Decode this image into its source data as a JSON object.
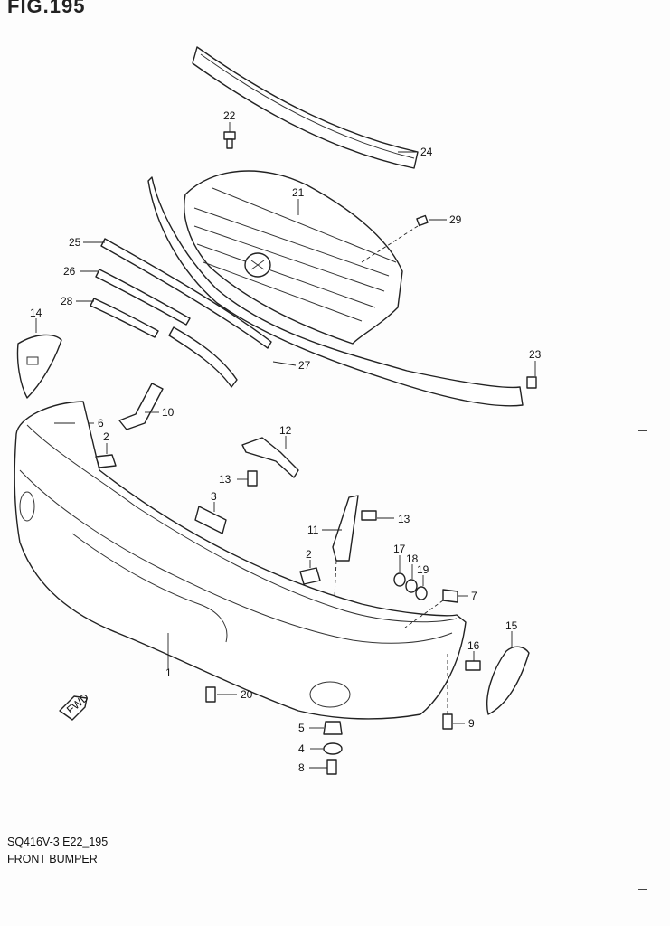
{
  "header": {
    "fig_label": "FIG.195"
  },
  "caption": {
    "code": "SQ416V-3 E22_195",
    "title": "FRONT BUMPER"
  },
  "fwd_label": "FWD",
  "callouts": [
    {
      "id": "c1",
      "label": "1"
    },
    {
      "id": "c2a",
      "label": "2"
    },
    {
      "id": "c2b",
      "label": "2"
    },
    {
      "id": "c3",
      "label": "3"
    },
    {
      "id": "c4",
      "label": "4"
    },
    {
      "id": "c5",
      "label": "5"
    },
    {
      "id": "c6",
      "label": "6"
    },
    {
      "id": "c7",
      "label": "7"
    },
    {
      "id": "c8",
      "label": "8"
    },
    {
      "id": "c9",
      "label": "9"
    },
    {
      "id": "c10",
      "label": "10"
    },
    {
      "id": "c11",
      "label": "11"
    },
    {
      "id": "c12",
      "label": "12"
    },
    {
      "id": "c13a",
      "label": "13"
    },
    {
      "id": "c13b",
      "label": "13"
    },
    {
      "id": "c14",
      "label": "14"
    },
    {
      "id": "c15",
      "label": "15"
    },
    {
      "id": "c16",
      "label": "16"
    },
    {
      "id": "c17",
      "label": "17"
    },
    {
      "id": "c18",
      "label": "18"
    },
    {
      "id": "c19",
      "label": "19"
    },
    {
      "id": "c20",
      "label": "20"
    },
    {
      "id": "c21",
      "label": "21"
    },
    {
      "id": "c22",
      "label": "22"
    },
    {
      "id": "c23",
      "label": "23"
    },
    {
      "id": "c24",
      "label": "24"
    },
    {
      "id": "c25",
      "label": "25"
    },
    {
      "id": "c26",
      "label": "26"
    },
    {
      "id": "c27",
      "label": "27"
    },
    {
      "id": "c28",
      "label": "28"
    },
    {
      "id": "c29",
      "label": "29"
    }
  ]
}
